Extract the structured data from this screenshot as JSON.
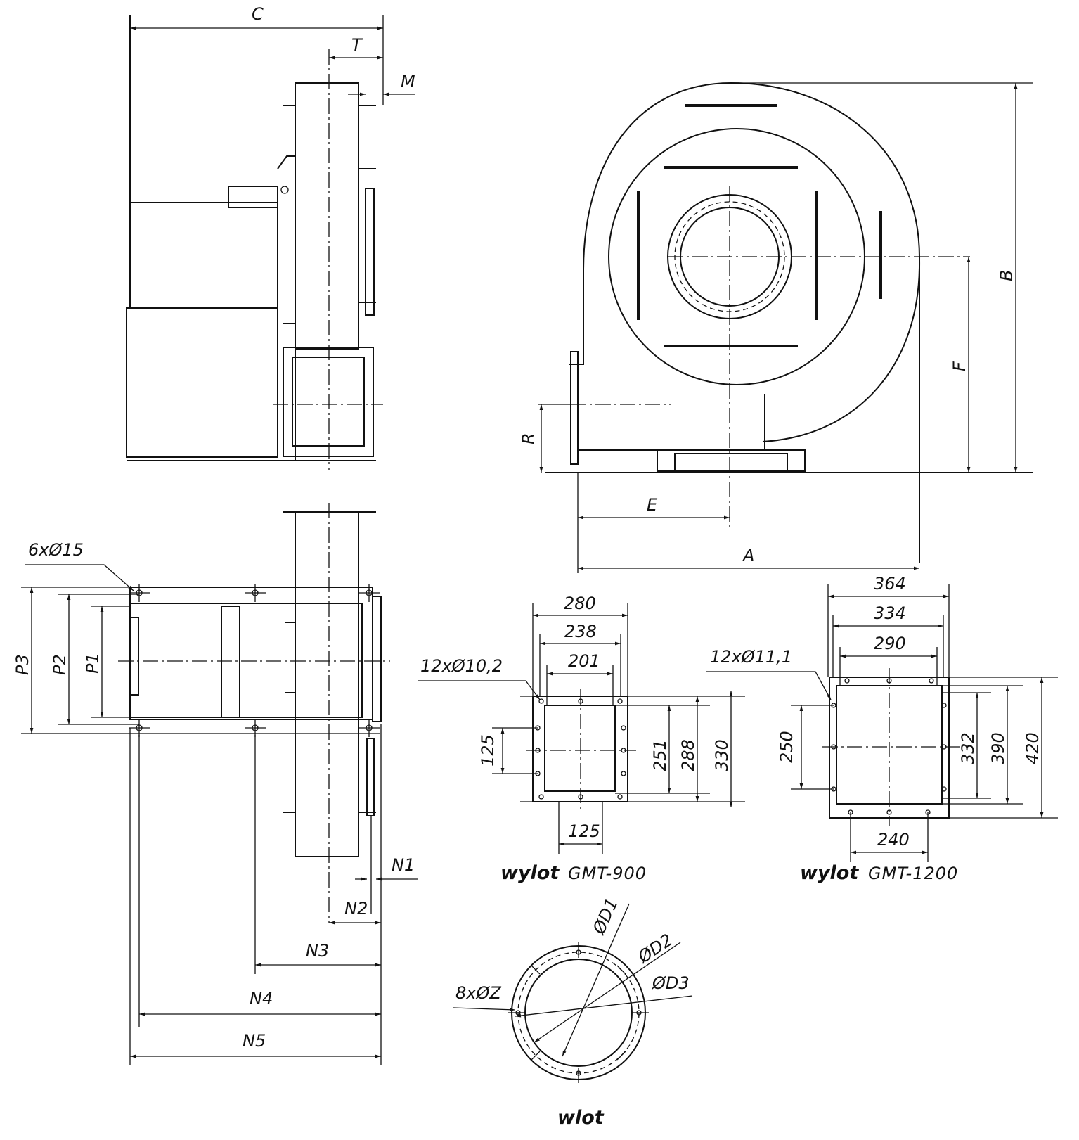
{
  "labels": {
    "C": "C",
    "T": "T",
    "M": "M",
    "A": "A",
    "B": "B",
    "E": "E",
    "F": "F",
    "R": "R",
    "P1": "P1",
    "P2": "P2",
    "P3": "P3",
    "N1": "N1",
    "N2": "N2",
    "N3": "N3",
    "N4": "N4",
    "N5": "N5",
    "D1": "ØD1",
    "D2": "ØD2",
    "D3": "ØD3",
    "holes_base": "6xØ15",
    "holes_inlet": "8xØZ"
  },
  "outlet_900": {
    "title": "wylot",
    "model": "GMT-900",
    "holes": "12xØ10,2",
    "w_outer": "280",
    "w_mid": "238",
    "w_inner": "201",
    "h_inner": "251",
    "h_mid": "288",
    "h_outer": "330",
    "v_pitch": "125",
    "h_pitch": "125"
  },
  "outlet_1200": {
    "title": "wylot",
    "model": "GMT-1200",
    "holes": "12xØ11,1",
    "w_outer": "364",
    "w_mid": "334",
    "w_inner": "290",
    "h_inner": "332",
    "h_mid": "390",
    "h_outer": "420",
    "v_pitch": "250",
    "h_pitch": "240"
  },
  "inlet": {
    "title": "wlot"
  }
}
